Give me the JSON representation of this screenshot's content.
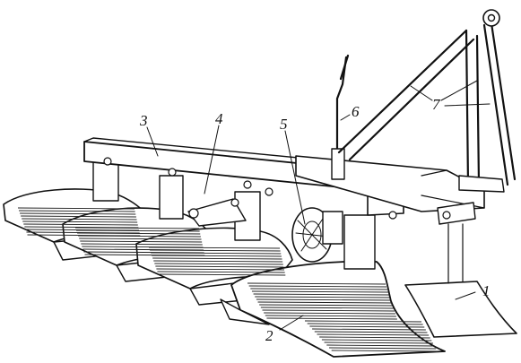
{
  "figure": {
    "labels": [
      {
        "id": "share",
        "text": "1"
      },
      {
        "id": "moldboard",
        "text": "2"
      },
      {
        "id": "frame",
        "text": "3"
      },
      {
        "id": "skimmer-bracket",
        "text": "4"
      },
      {
        "id": "disc-coulter",
        "text": "5"
      },
      {
        "id": "adjusting-screw",
        "text": "6"
      },
      {
        "id": "hitch-triangle",
        "text": "7"
      }
    ]
  }
}
